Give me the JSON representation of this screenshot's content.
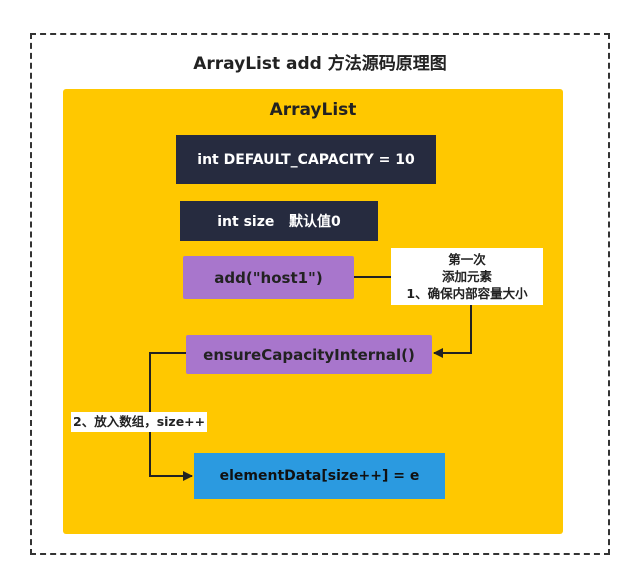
{
  "diagram": {
    "title": "ArrayList add 方法源码原理图",
    "panel": {
      "title": "ArrayList",
      "fill": "#ffc800"
    },
    "nodes": {
      "capacity": "int DEFAULT_CAPACITY = 10",
      "size": "int size   默认值0",
      "add": "add(\"host1\")",
      "ensure": "ensureCapacityInternal()",
      "element": "elementData[size++] = e"
    },
    "note": {
      "line1": "第一次",
      "line2": "添加元素",
      "line3": "1、确保内部容量大小"
    },
    "step2_label": "2、放入数组，size++",
    "colors": {
      "dark_box": "#262b3f",
      "method_box": "#a876cc",
      "element_box": "#2b9ae0",
      "connector": "#222222"
    }
  }
}
